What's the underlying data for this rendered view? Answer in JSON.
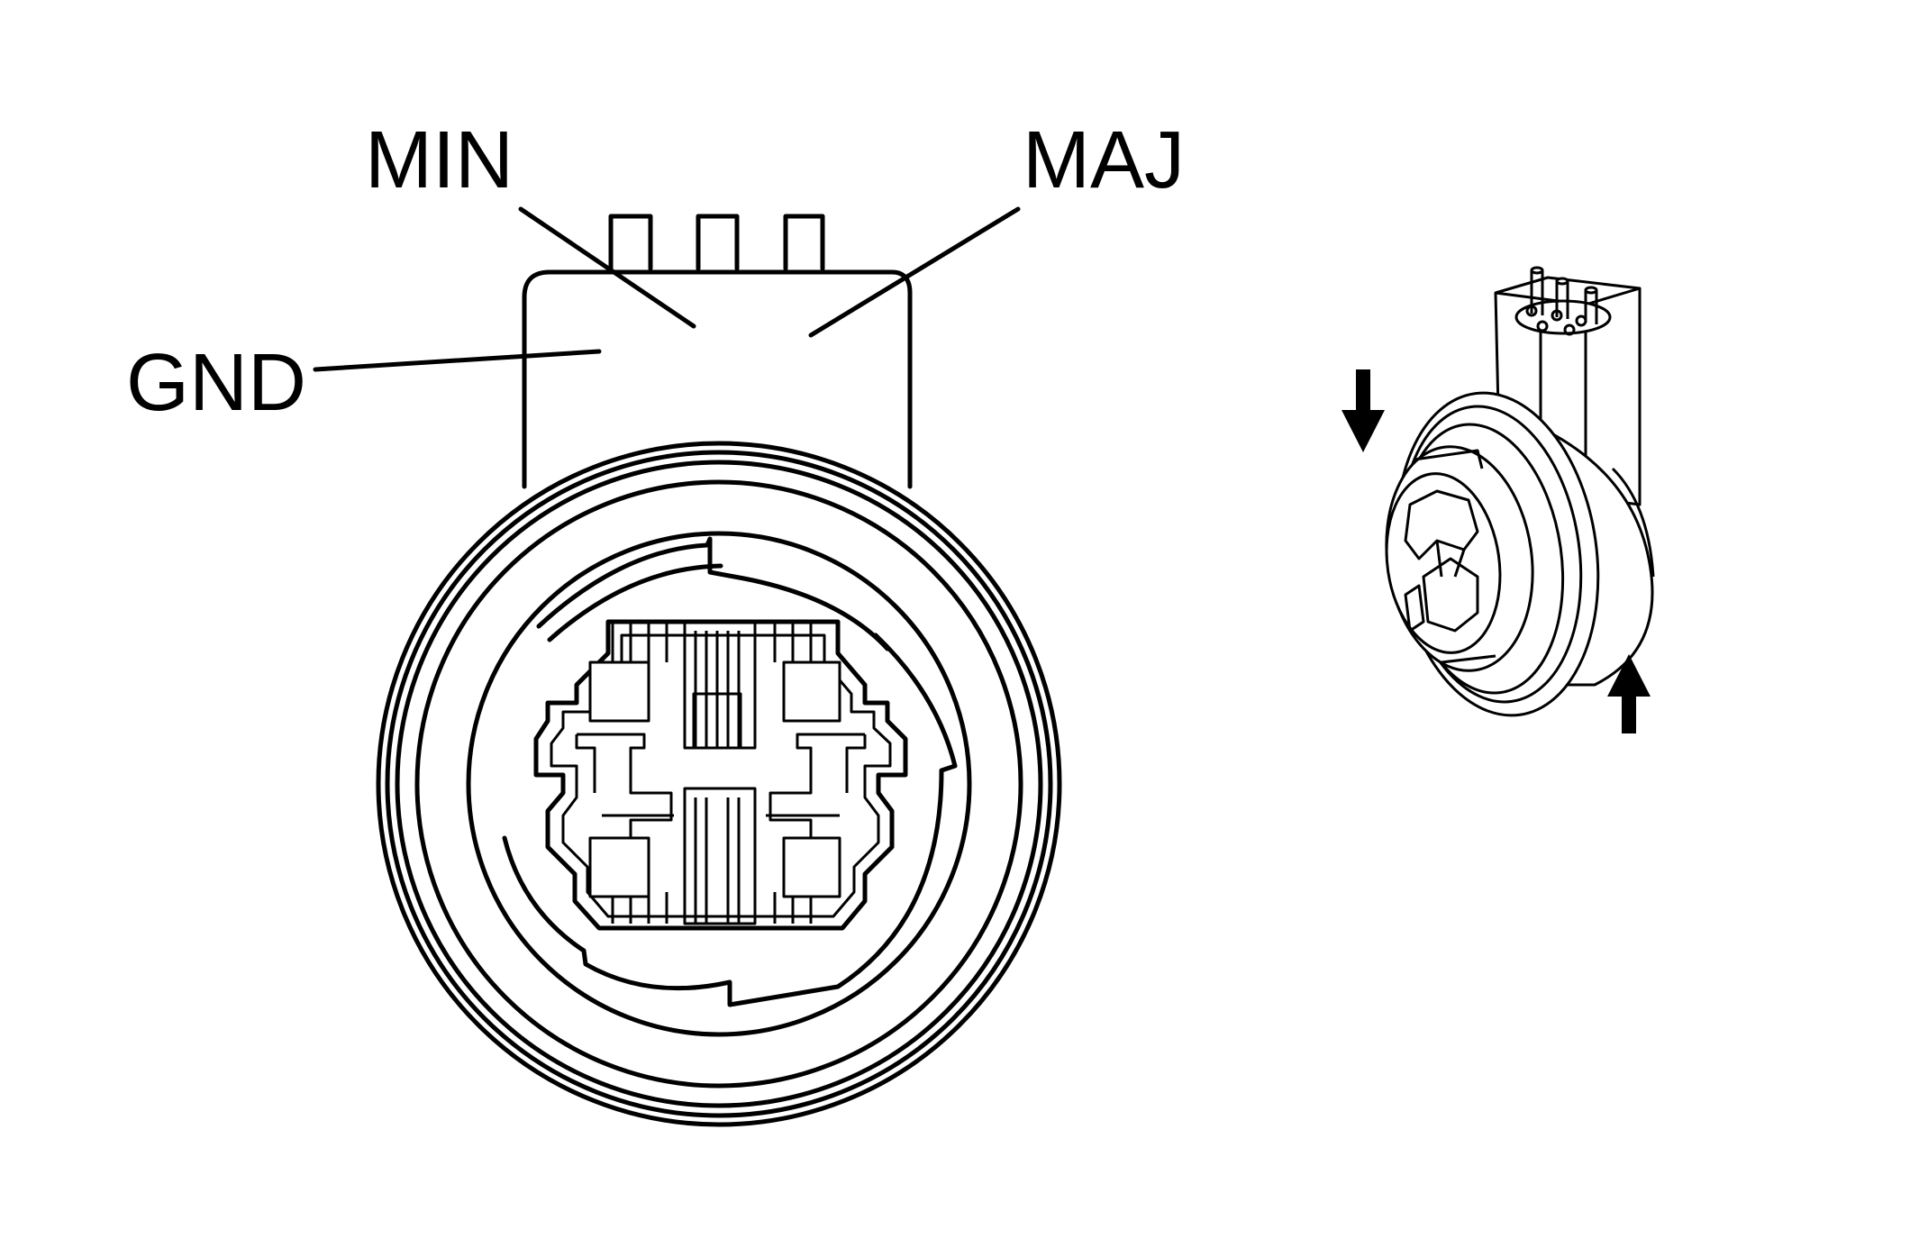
{
  "labels": {
    "min": "MIN",
    "maj": "MAJ",
    "gnd": "GND"
  },
  "colors": {
    "line": "#000000",
    "background": "#ffffff"
  }
}
